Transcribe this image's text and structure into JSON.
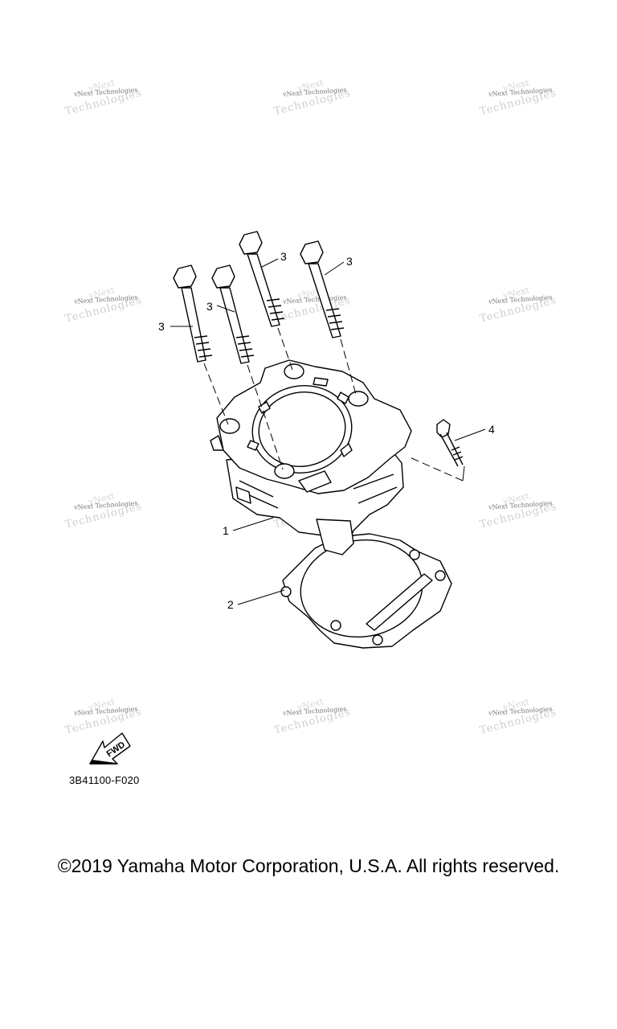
{
  "watermark": {
    "line1": "vNext Technologies",
    "line2": "Technologies",
    "line3": "vNext"
  },
  "callouts": {
    "c1": "1",
    "c2": "2",
    "c3a": "3",
    "c3b": "3",
    "c3c": "3",
    "c3d": "3",
    "c4": "4"
  },
  "fwd_label": "FWD",
  "part_code": "3B41100-F020",
  "copyright": "©2019 Yamaha Motor Corporation, U.S.A. All rights reserved."
}
